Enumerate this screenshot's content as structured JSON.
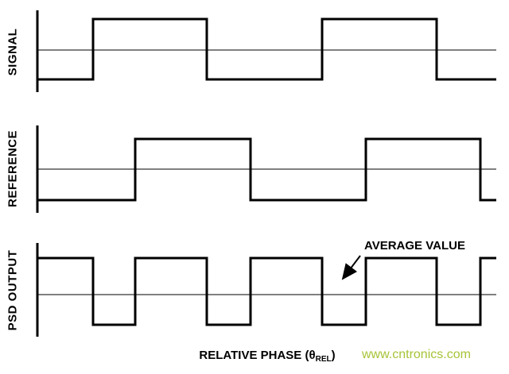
{
  "labels": {
    "signal": "SIGNAL",
    "reference": "REFERENCE",
    "psd_output": "PSD OUTPUT",
    "average_value": "AVERAGE VALUE",
    "x_axis_prefix": "RELATIVE PHASE (",
    "x_axis_theta": "θ",
    "x_axis_sub": "REL",
    "x_axis_suffix": ")",
    "watermark": "www.cntronics.com"
  },
  "colors": {
    "line": "#000000",
    "text": "#000000",
    "watermark": "#a6c437",
    "background": "#ffffff"
  },
  "waveforms": {
    "stroke": "#000000",
    "wave_width": 3,
    "axis_width": 3,
    "midline_width": 1.3,
    "panels": [
      {
        "name": "signal",
        "axis": [
          [
            47,
            13
          ],
          [
            47,
            116
          ]
        ],
        "midline": [
          [
            47,
            63
          ],
          [
            624,
            63
          ]
        ],
        "wave": [
          [
            47,
            100
          ],
          [
            117,
            100
          ],
          [
            117,
            24
          ],
          [
            260,
            24
          ],
          [
            260,
            100
          ],
          [
            405,
            100
          ],
          [
            405,
            24
          ],
          [
            549,
            24
          ],
          [
            549,
            100
          ],
          [
            624,
            100
          ]
        ]
      },
      {
        "name": "reference",
        "axis": [
          [
            47,
            158
          ],
          [
            47,
            268
          ]
        ],
        "midline": [
          [
            47,
            213
          ],
          [
            624,
            213
          ]
        ],
        "wave": [
          [
            47,
            252
          ],
          [
            170,
            252
          ],
          [
            170,
            175
          ],
          [
            315,
            175
          ],
          [
            315,
            252
          ],
          [
            460,
            252
          ],
          [
            460,
            175
          ],
          [
            604,
            175
          ],
          [
            604,
            252
          ],
          [
            624,
            252
          ]
        ]
      },
      {
        "name": "psd-output",
        "axis": [
          [
            47,
            306
          ],
          [
            47,
            424
          ]
        ],
        "midline": [
          [
            47,
            371
          ],
          [
            624,
            371
          ]
        ],
        "wave": [
          [
            47,
            325
          ],
          [
            117,
            325
          ],
          [
            117,
            409
          ],
          [
            170,
            409
          ],
          [
            170,
            325
          ],
          [
            260,
            325
          ],
          [
            260,
            409
          ],
          [
            315,
            409
          ],
          [
            315,
            325
          ],
          [
            405,
            325
          ],
          [
            405,
            409
          ],
          [
            460,
            409
          ],
          [
            460,
            325
          ],
          [
            549,
            325
          ],
          [
            549,
            409
          ],
          [
            604,
            409
          ],
          [
            604,
            325
          ],
          [
            624,
            325
          ]
        ]
      }
    ],
    "arrow": {
      "from": [
        453,
        322
      ],
      "to": [
        431,
        351
      ],
      "width": 2
    }
  }
}
